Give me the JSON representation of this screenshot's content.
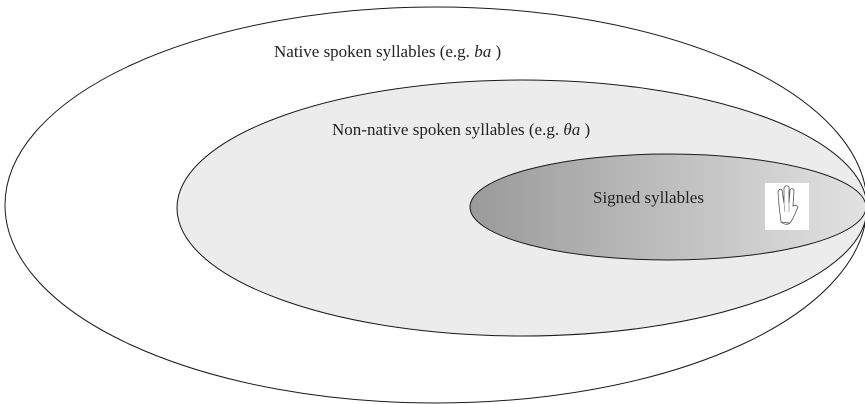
{
  "diagram": {
    "outer": {
      "label_prefix": "Native spoken syllables (e.g. ",
      "label_example": "ba",
      "label_suffix": " )",
      "fill": "#ffffff",
      "stroke": "#1a1a1a"
    },
    "middle": {
      "label_prefix": "Non-native spoken syllables (e.g. ",
      "label_example": "θa",
      "label_suffix": " )",
      "fill": "#ececec",
      "stroke": "#1a1a1a"
    },
    "inner": {
      "label": "Signed syllables",
      "fill_dark": "#9a9a9a",
      "fill_light": "#e2e2e2",
      "stroke": "#1a1a1a",
      "image": "hand-sign-icon"
    }
  }
}
